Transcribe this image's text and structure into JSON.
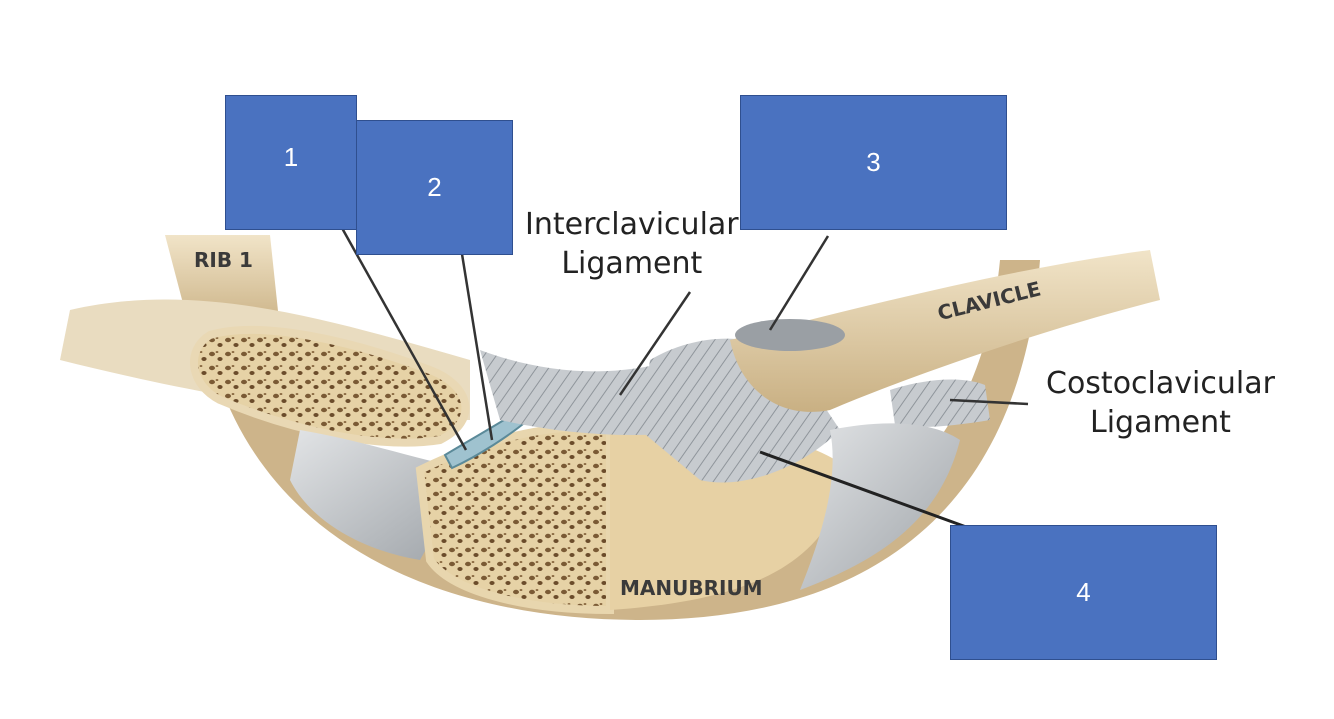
{
  "labels": {
    "box1": "1",
    "box2": "2",
    "box3": "3",
    "box4": "4"
  },
  "annotations": {
    "interclavicular": "Interclavicular\nLigament",
    "costoclavicular": "Costoclavicular\nLigament"
  },
  "bone_labels": {
    "rib1": "RIB 1",
    "clavicle": "CLAVICLE",
    "manubrium": "MANUBRIUM"
  },
  "colors": {
    "label_box": "#4a72c0",
    "bone": "#e9d8b4",
    "cartilage": "#cfd5da",
    "ligament": "#b9bec3",
    "cancellous": "#e3cfa0"
  }
}
